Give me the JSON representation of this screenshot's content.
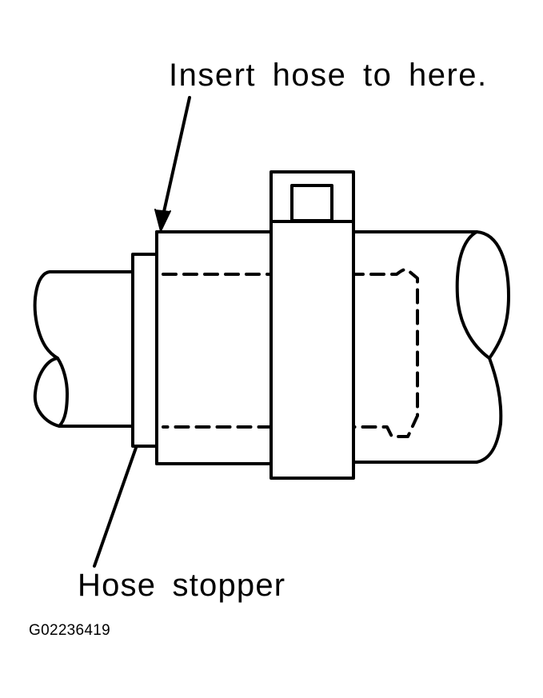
{
  "labels": {
    "insert_hose": "Insert hose to here.",
    "hose_stopper": "Hose stopper",
    "figure_code": "G02236419"
  },
  "colors": {
    "line": "#000000",
    "background": "#ffffff"
  }
}
